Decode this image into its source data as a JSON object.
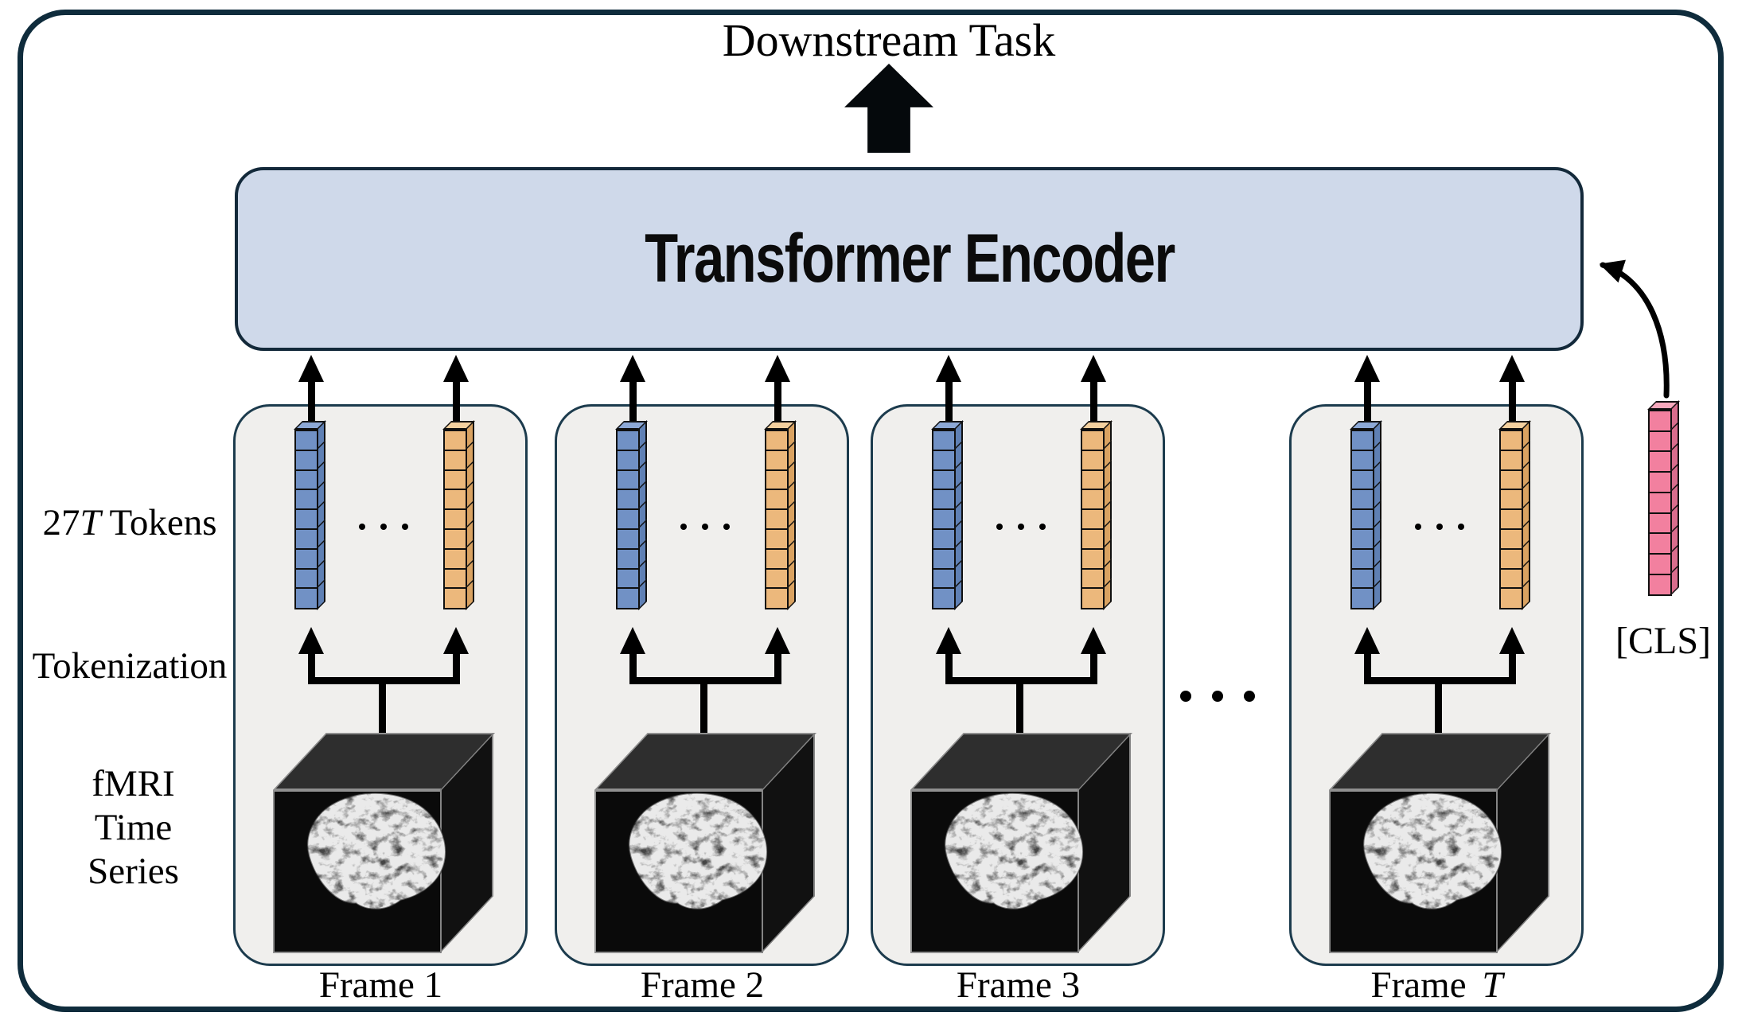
{
  "diagram": {
    "downstream_task_label": "Downstream Task",
    "encoder_label": "Transformer Encoder",
    "cls_label": "[CLS]",
    "left_labels": {
      "tokens_prefix": "27",
      "tokens_variable": "T",
      "tokens_suffix": " Tokens",
      "tokenization": "Tokenization",
      "fmri_line1": "fMRI",
      "fmri_line2": "Time",
      "fmri_line3": "Series"
    },
    "frames": [
      {
        "prefix": "Frame ",
        "index": "1",
        "italic": false
      },
      {
        "prefix": "Frame ",
        "index": "2",
        "italic": false
      },
      {
        "prefix": "Frame ",
        "index": "3",
        "italic": false
      },
      {
        "prefix": "Frame ",
        "index": "T",
        "italic": true
      }
    ],
    "tokens_per_stack": 9,
    "icons": {
      "downstream_arrow": "bold-up-arrow",
      "token_arrows": "up-arrow",
      "cls_arrow": "curved-left-arrow",
      "ellipsis": "three-dots"
    },
    "colors": {
      "outer_border": "#0f2c3c",
      "encoder_fill": "#cfd9ea",
      "encoder_border": "#13293a",
      "panel_fill": "#f0efed",
      "panel_border": "#1c3b4d",
      "token_blue": "#7191c5",
      "token_blue_top": "#8ca8d6",
      "token_blue_side": "#5f80b4",
      "token_orange": "#ecb87c",
      "token_orange_top": "#f4d09f",
      "token_orange_side": "#d9a261",
      "token_pink": "#f2809f",
      "token_pink_top": "#f8a9bd",
      "token_pink_side": "#d96d8d",
      "arrow_black": "#000000"
    }
  }
}
